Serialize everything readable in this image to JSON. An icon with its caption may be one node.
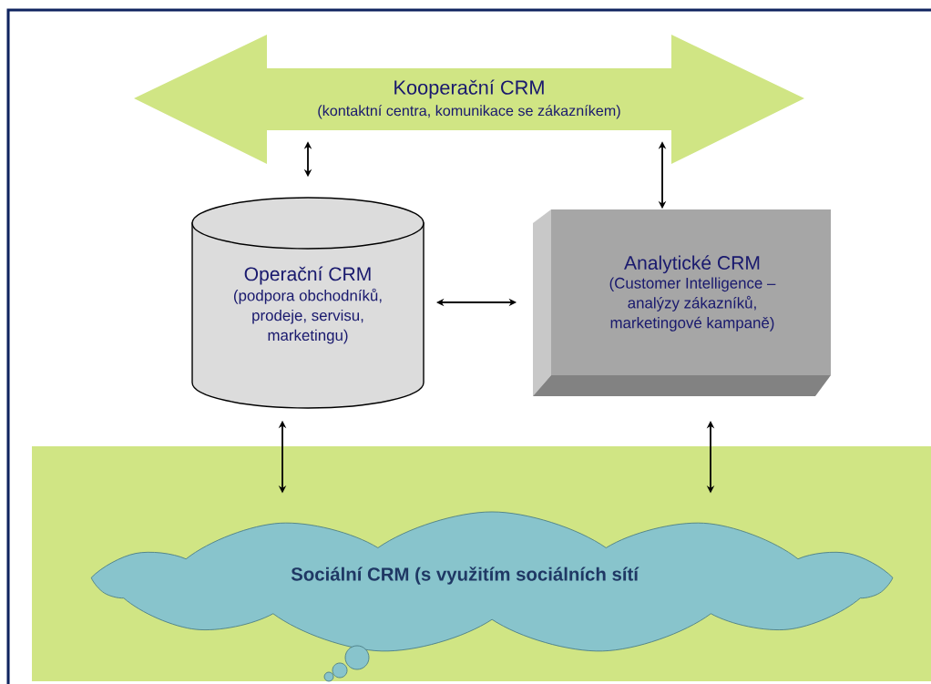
{
  "diagram": {
    "nodes": [
      {
        "text": [
          "Kooperační CRM",
          "(kontaktní centra, komunikace se zákazníkem)"
        ]
      },
      {
        "text": [
          "Operační CRM",
          "(podpora obchodníků, prodeje, servisu, marketingu)"
        ]
      },
      {
        "text": [
          "Analytické CRM",
          "(Customer Intelligence – analýzy zákazníků, marketingové kampaně)"
        ]
      },
      {
        "text": [],
        "shape": "box"
      },
      {
        "text": [
          "Sociální CRM (s využitím sociálních sítí"
        ],
        "in": 3
      }
    ],
    "edges": [
      {
        "from": 0,
        "to": 1,
        "arrow": "both"
      },
      {
        "from": 0,
        "to": 2,
        "arrow": "both"
      },
      {
        "from": 1,
        "to": 2,
        "arrow": "both"
      },
      {
        "from": 1,
        "to": 4,
        "arrow": "both"
      },
      {
        "from": 2,
        "to": 4,
        "arrow": "both"
      }
    ]
  }
}
